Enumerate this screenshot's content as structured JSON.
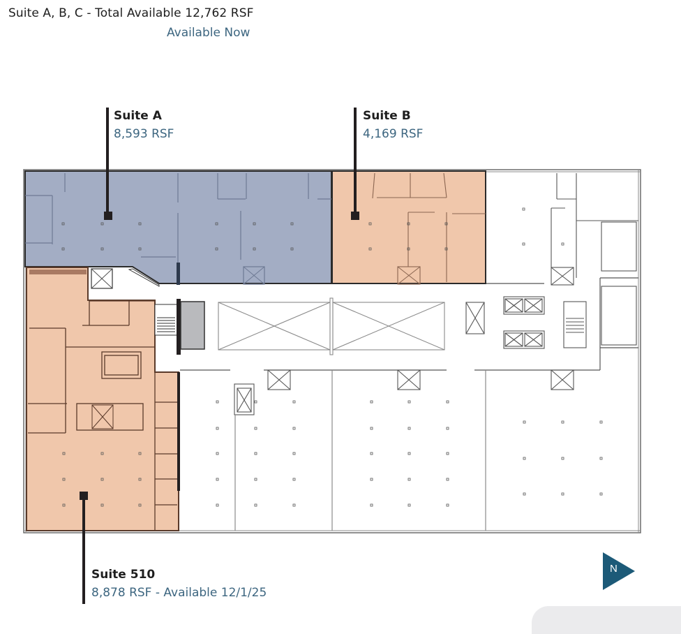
{
  "header": {
    "title": "Suite A, B, C - Total Available 12,762 RSF",
    "availability": "Available Now"
  },
  "suites": [
    {
      "name": "Suite A",
      "area": "8,593 RSF",
      "color": "#a3adc4"
    },
    {
      "name": "Suite B",
      "area": "4,169 RSF",
      "color": "#f0c7ab"
    },
    {
      "name": "Suite 510",
      "area": "8,878 RSF - Available 12/1/25",
      "color": "#f0c7ab"
    }
  ],
  "compass": {
    "letter": "N",
    "color": "#1c5a78"
  },
  "colors": {
    "suite_a_fill": "#a3adc4",
    "suite_b_fill": "#f0c7ab",
    "suite_510_fill": "#f0c7ab",
    "label_accent": "#3d6680",
    "leader_line": "#231f20",
    "core_gray": "#b9babd"
  }
}
